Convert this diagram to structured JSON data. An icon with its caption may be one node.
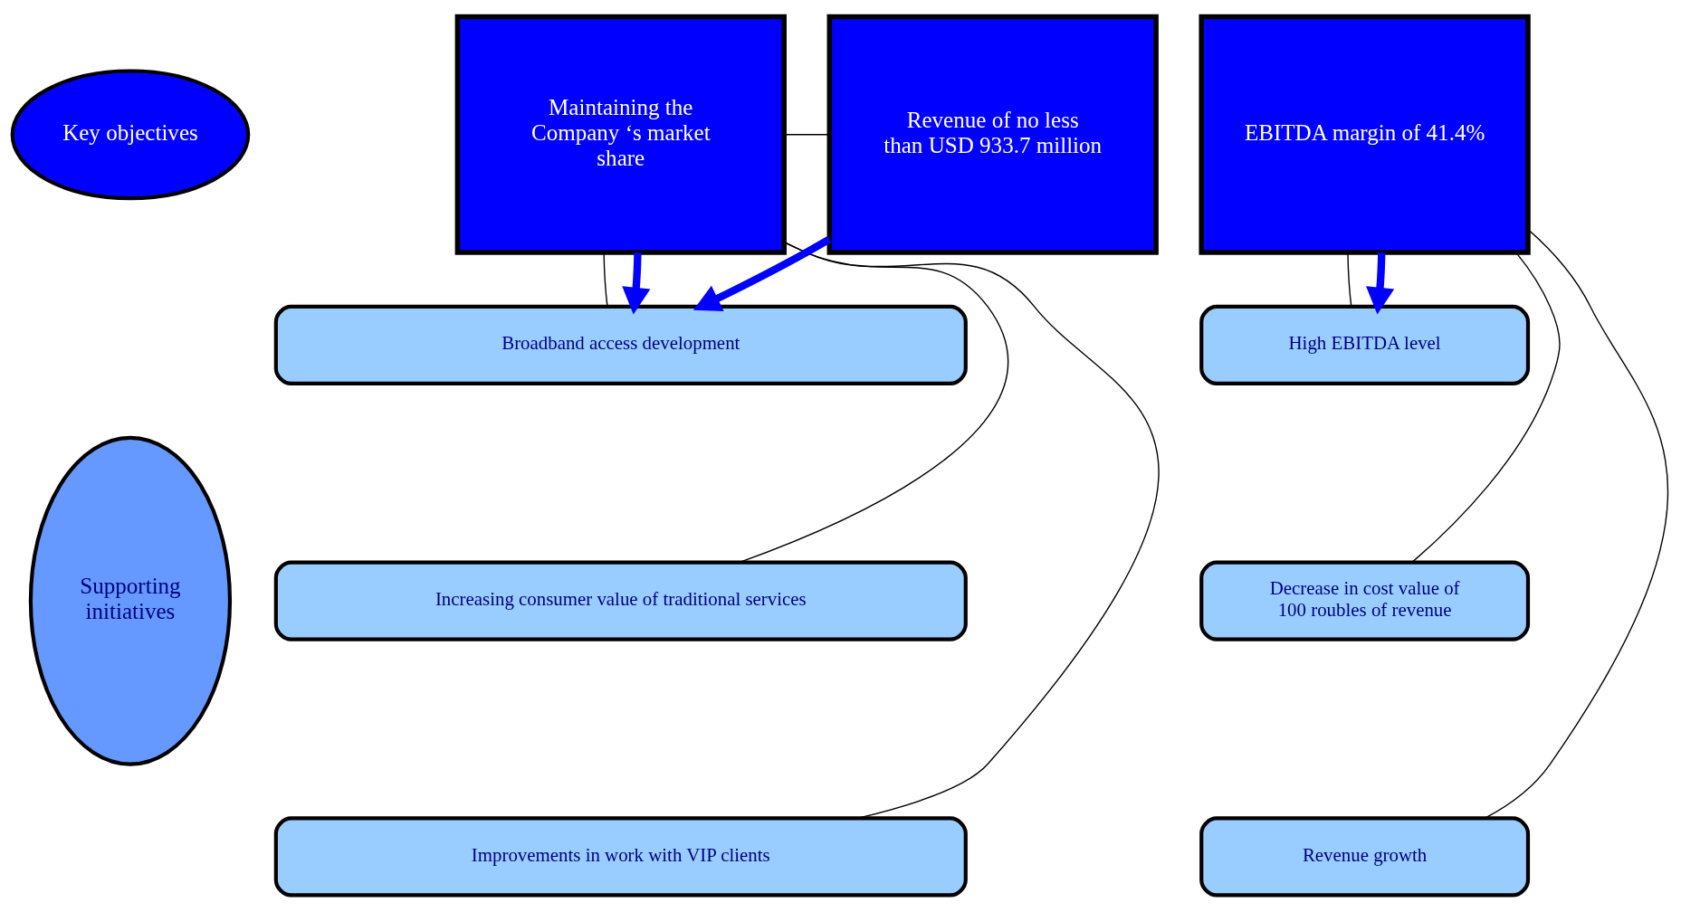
{
  "diagram": {
    "nodes": [
      {
        "text": [
          "Key objectives"
        ]
      },
      {
        "text": [
          "Maintaining the Company ‘s market share"
        ]
      },
      {
        "text": [
          "Revenue of no less than USD 933.7 million"
        ]
      },
      {
        "text": [
          "EBITDA margin of 41.4%"
        ]
      },
      {
        "text": [
          "Supporting initiatives"
        ]
      },
      {
        "text": [
          "Broadband access development"
        ]
      },
      {
        "text": [
          "Increasing consumer value of traditional services"
        ]
      },
      {
        "text": [
          "Improvements in work with VIP clients"
        ]
      },
      {
        "text": [
          "High EBITDA level"
        ]
      },
      {
        "text": [
          "Decrease in cost value of 100 roubles of revenue"
        ]
      },
      {
        "text": [
          "Revenue growth"
        ]
      }
    ],
    "edges": [
      {
        "from": 1,
        "to": 2,
        "arrow": "none"
      },
      {
        "from": 1,
        "to": 5,
        "arrow": "none"
      },
      {
        "from": 1,
        "to": 6,
        "arrow": "none"
      },
      {
        "from": 1,
        "to": 7,
        "arrow": "none"
      },
      {
        "from": 3,
        "to": 8,
        "arrow": "none"
      },
      {
        "from": 3,
        "to": 9,
        "arrow": "none"
      },
      {
        "from": 3,
        "to": 10,
        "arrow": "none"
      },
      {
        "from": 1,
        "to": 5,
        "arrow": "to",
        "style": "thick",
        "color": "#0000ff"
      },
      {
        "from": 2,
        "to": 5,
        "arrow": "to",
        "style": "thick",
        "color": "#0000ff"
      },
      {
        "from": 3,
        "to": 8,
        "arrow": "to",
        "style": "thick",
        "color": "#0000ff"
      }
    ]
  }
}
